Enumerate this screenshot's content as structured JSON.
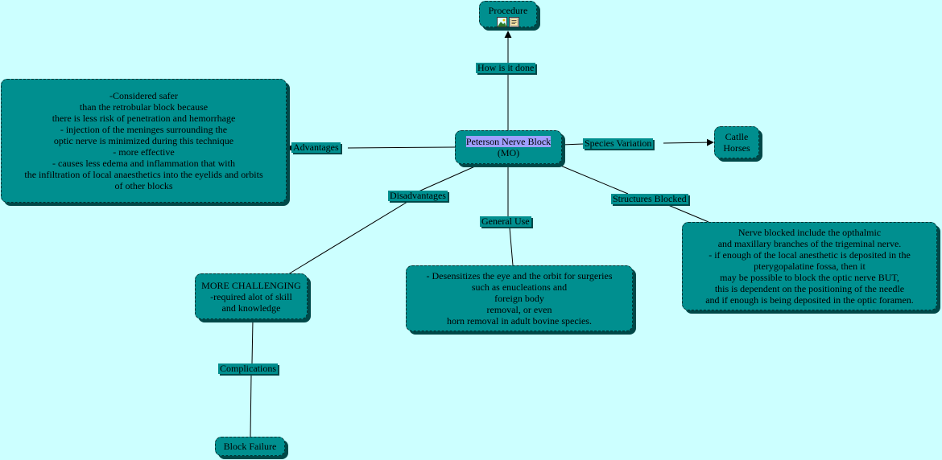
{
  "nodes": {
    "procedure": {
      "lines": [
        "Procedure"
      ]
    },
    "center": {
      "highlight": "Peterson Nerve Block",
      "lines": [
        "(MO)"
      ]
    },
    "advantages_text": {
      "lines": [
        "-Considered safer",
        "than the retrobular block because",
        "there is less risk of penetration and hemorrhage",
        "- injection of the meninges surrounding the",
        "optic nerve is minimized during this technique",
        "- more effective",
        "- causes less edema and inflammation that with",
        "the infiltration of local anaesthetics into the eyelids and orbits",
        "of other blocks"
      ]
    },
    "species_text": {
      "lines": [
        "Catlle",
        "Horses"
      ]
    },
    "challenging": {
      "lines": [
        "MORE CHALLENGING",
        "-required alot of skill",
        "and knowledge"
      ]
    },
    "general_text": {
      "lines": [
        "- Desensitizes the eye and the orbit for surgeries",
        "such as enucleations and",
        "foreign body",
        "removal, or even",
        "horn removal in adult bovine species."
      ]
    },
    "structures_text": {
      "lines": [
        "Nerve blocked include the opthalmic",
        "and maxillary branches of the trigeminal nerve.",
        "- if enough of the local anesthetic is deposited in the",
        "pterygopalatine fossa, then it",
        "may be possible to block the optic nerve BUT,",
        "this is dependent on the positioning of the needle",
        "and if enough is being deposited in the optic foramen."
      ]
    },
    "block_failure": {
      "lines": [
        "Block Failure"
      ]
    }
  },
  "labels": {
    "how": "How is it done",
    "advantages": "Advantages",
    "species": "Species Variation",
    "disadvantages": "Disadvantages",
    "general": "General Use",
    "structures": "Structures Blocked",
    "complications": "Complications"
  },
  "colors": {
    "background": "#ccffff",
    "node_fill": "#008f8f",
    "node_shadow": "#004848",
    "highlight": "#9f9fff"
  },
  "icons": [
    "image-icon",
    "document-icon"
  ]
}
